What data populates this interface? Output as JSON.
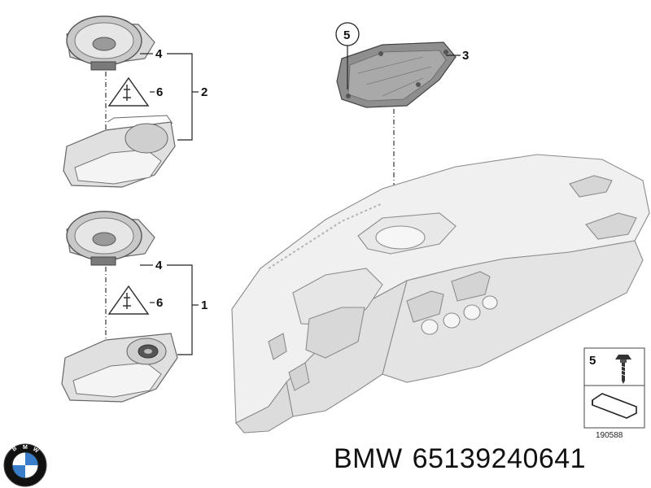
{
  "callouts": {
    "part_1": "1",
    "part_2": "2",
    "part_3": "3",
    "part_4_upper": "4",
    "part_4_lower": "4",
    "part_5_main": "5",
    "part_6_upper": "6",
    "part_6_lower": "6"
  },
  "legend": {
    "item_number": "5",
    "reference_number": "190588"
  },
  "footer": {
    "brand": "BMW",
    "part_number": "65139240641"
  },
  "logo": {
    "text": "BMW",
    "colors": {
      "blue": "#3a7dc9",
      "white": "#ffffff",
      "ring": "#111111"
    }
  }
}
